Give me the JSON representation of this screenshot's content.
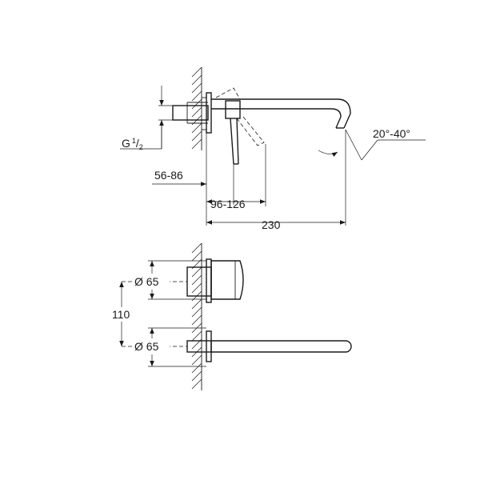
{
  "dimensions": {
    "thread": {
      "prefix": "G",
      "sup": "1",
      "slash": "/",
      "sub": "2"
    },
    "wall_depth": "56-86",
    "lever_offset": "96-126",
    "spout_length": "230",
    "swivel_angle": "20°-40°",
    "rosette_top_diameter": "Ø 65",
    "rosette_bottom_diameter": "Ø 65",
    "vertical_spacing": "110"
  }
}
